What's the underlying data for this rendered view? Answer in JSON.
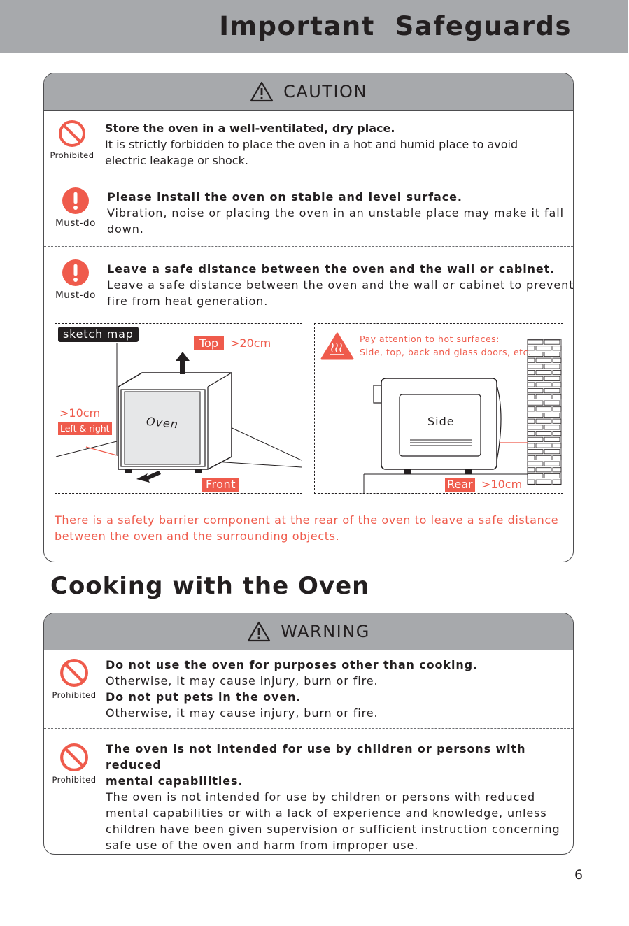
{
  "header": {
    "title": "Important  Safeguards"
  },
  "caution": {
    "heading": "CAUTION",
    "items": [
      {
        "icon": "prohibited-icon",
        "caption": "Prohibited",
        "title": "Store the oven in a well-ventilated, dry place.",
        "lines": [
          "It is strictly forbidden to place the oven in a hot and humid place to avoid",
          "electric leakage or shock."
        ]
      },
      {
        "icon": "must-do-icon",
        "caption": "Must-do",
        "title": "Please install the oven on stable and level surface.",
        "lines": [
          "Vibration, noise or placing the oven in an unstable place may make it fall",
          "down."
        ]
      },
      {
        "icon": "must-do-icon",
        "caption": "Must-do",
        "title": "Leave a safe distance between the oven and the wall or cabinet.",
        "lines": [
          "Leave a safe distance between the oven and the wall or cabinet to prevent",
          "fire from heat generation."
        ]
      }
    ],
    "sketch": {
      "tag": "sketch map",
      "top_label": "Top",
      "top_value": ">20cm",
      "side_value": ">10cm",
      "side_label": "Left & right",
      "oven_label": "Oven",
      "front_label": "Front",
      "hot_line1": "Pay attention to hot surfaces:",
      "hot_line2": "Side, top, back and glass doors, etc.",
      "side_panel_label": "Side",
      "rear_label": "Rear",
      "rear_value": ">10cm"
    },
    "note_lines": [
      "There is a safety barrier component at the rear of the oven to leave a safe distance",
      "between the oven and the surrounding objects."
    ]
  },
  "cooking": {
    "section_title": "Cooking with the Oven",
    "heading": "WARNING",
    "items": [
      {
        "icon": "prohibited-icon",
        "caption": "Prohibited",
        "title1": "Do not use the oven for purposes other than cooking.",
        "line1": "Otherwise, it may cause injury, burn or fire.",
        "title2": "Do not put pets in the oven.",
        "line2": "Otherwise, it may cause injury, burn or fire."
      },
      {
        "icon": "prohibited-icon",
        "caption": "Prohibited",
        "title_lines": [
          "The oven is not intended for use by children or persons with reduced",
          "mental capabilities."
        ],
        "lines": [
          "The oven is not intended for use by children or persons with reduced",
          "mental capabilities or with a lack of experience and knowledge, unless",
          "children have been given supervision or sufficient instruction concerning",
          "safe use of the oven and harm from improper use."
        ]
      }
    ]
  },
  "page_number": "6",
  "colors": {
    "accent_red": "#ef5b4c",
    "band_gray": "#a7a9ac",
    "text": "#231f20"
  }
}
